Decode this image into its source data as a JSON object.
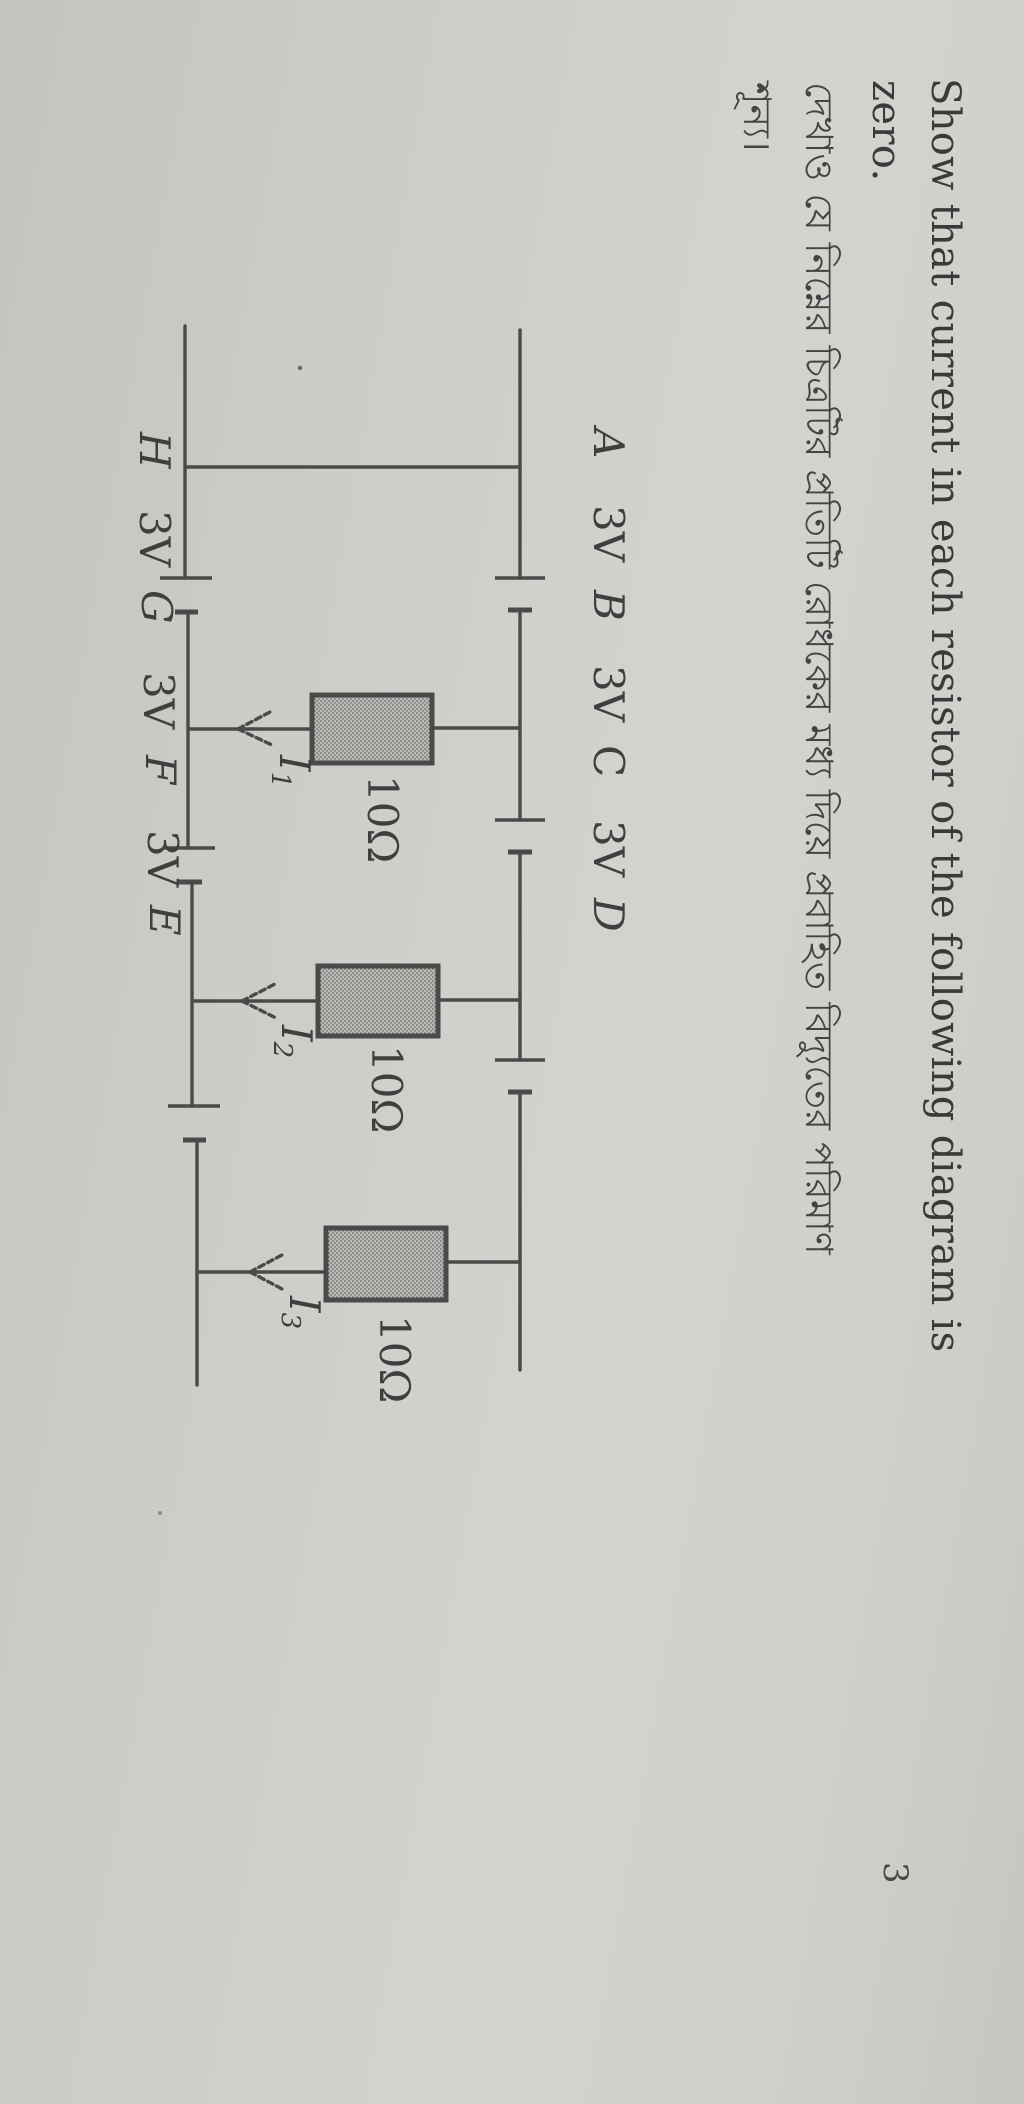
{
  "question": {
    "english_line1": "Show that current in each resistor of the following diagram is",
    "english_line2": "zero.",
    "marks": "3",
    "bengali_line1": "দেখাও যে নিম্নের চিত্রটির প্রতিটি রোধকের মধ্য দিয়ে প্রবাহিত বিদ্যুতের পরিমাণ",
    "bengali_line2": "শূন্য।"
  },
  "circuit": {
    "top_nodes": [
      "A",
      "B",
      "C",
      "D"
    ],
    "bottom_nodes": [
      "H",
      "G",
      "F",
      "E"
    ],
    "top_batteries": [
      {
        "between": "A-B",
        "label": "3V"
      },
      {
        "between": "B-C",
        "label": "3V"
      },
      {
        "between": "C-D",
        "label": "3V"
      }
    ],
    "bottom_batteries": [
      {
        "between": "H-G",
        "label": "3V"
      },
      {
        "between": "G-F",
        "label": "3V"
      },
      {
        "between": "F-E",
        "label": "3V"
      }
    ],
    "resistors": [
      {
        "between": "B-G",
        "value": "10Ω",
        "current": "I",
        "current_sub": "1"
      },
      {
        "between": "C-F",
        "value": "10Ω",
        "current": "I",
        "current_sub": "2"
      },
      {
        "between": "D-E",
        "value": "10Ω",
        "current": "I",
        "current_sub": "3"
      }
    ],
    "labels": {
      "A": "A",
      "B": "B",
      "C": "C",
      "D": "D",
      "E": "E",
      "F": "F",
      "G": "G",
      "H": "H",
      "v1": "3V",
      "v2": "3V",
      "v3": "3V",
      "v4": "3V",
      "v5": "3V",
      "v6": "3V",
      "r1": "10Ω",
      "r2": "10Ω",
      "r3": "10Ω",
      "i": "I",
      "i1": "1",
      "i2": "2",
      "i3": "3"
    }
  }
}
